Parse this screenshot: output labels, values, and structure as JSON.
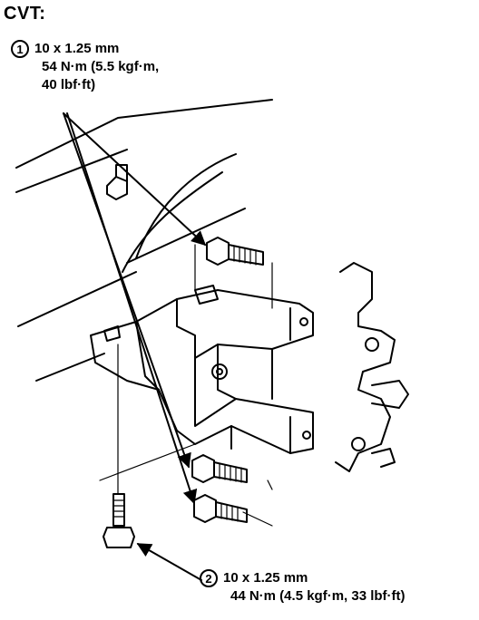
{
  "title": "CVT:",
  "callout1": {
    "number": "1",
    "spec": "10 x 1.25 mm",
    "torque_line1": "54 N·m (5.5 kgf·m,",
    "torque_line2": "40 lbf·ft)"
  },
  "callout2": {
    "number": "2",
    "spec": "10 x 1.25 mm",
    "torque_line1": "44 N·m (4.5 kgf·m, 33 lbf·ft)"
  }
}
